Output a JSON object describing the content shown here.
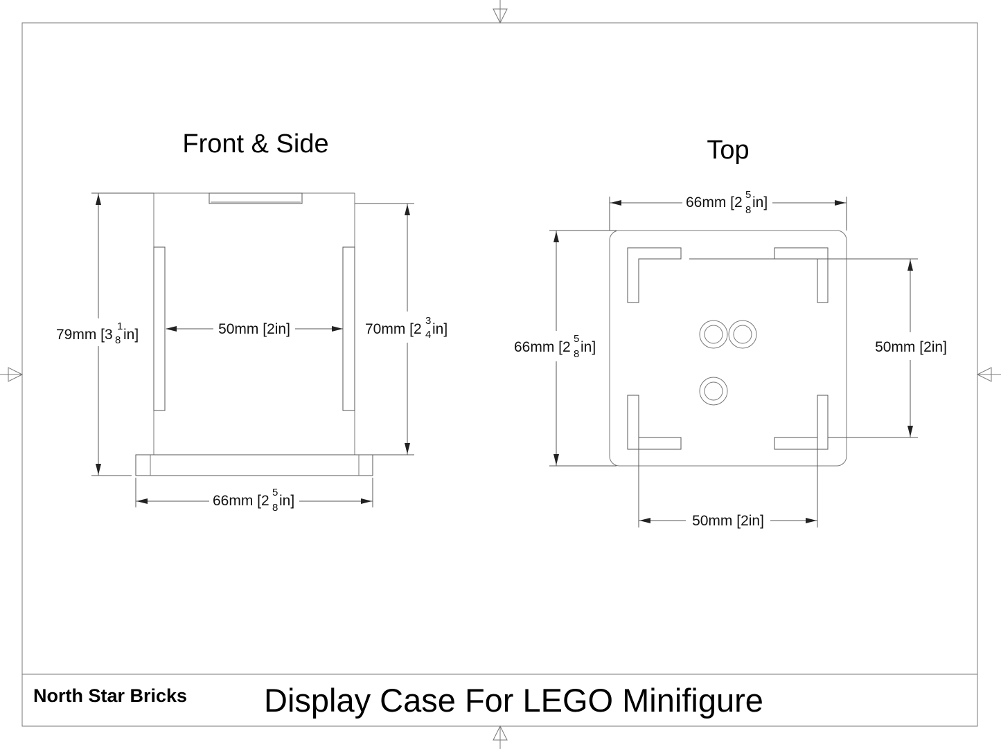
{
  "views": {
    "front_side": {
      "title": "Front & Side"
    },
    "top": {
      "title": "Top"
    }
  },
  "dimensions": {
    "fs_height_total": {
      "main": "79mm [3",
      "whole_frac_num": "1",
      "whole_frac_den": "8",
      "tail": "in]"
    },
    "fs_inner_width": {
      "text": "50mm [2in]"
    },
    "fs_height_wall": {
      "main": "70mm [2",
      "whole_frac_num": "3",
      "whole_frac_den": "4",
      "tail": "in]"
    },
    "fs_base_width": {
      "main": "66mm [2",
      "whole_frac_num": "5",
      "whole_frac_den": "8",
      "tail": "in]"
    },
    "top_width": {
      "main": "66mm [2",
      "whole_frac_num": "5",
      "whole_frac_den": "8",
      "tail": "in]"
    },
    "top_depth": {
      "main": "66mm [2",
      "whole_frac_num": "5",
      "whole_frac_den": "8",
      "tail": "in]"
    },
    "top_inner_depth": {
      "text": "50mm [2in]"
    },
    "top_inner_width": {
      "text": "50mm [2in]"
    }
  },
  "title_block": {
    "company": "North Star Bricks",
    "drawing_title": "Display Case For LEGO Minifigure"
  }
}
